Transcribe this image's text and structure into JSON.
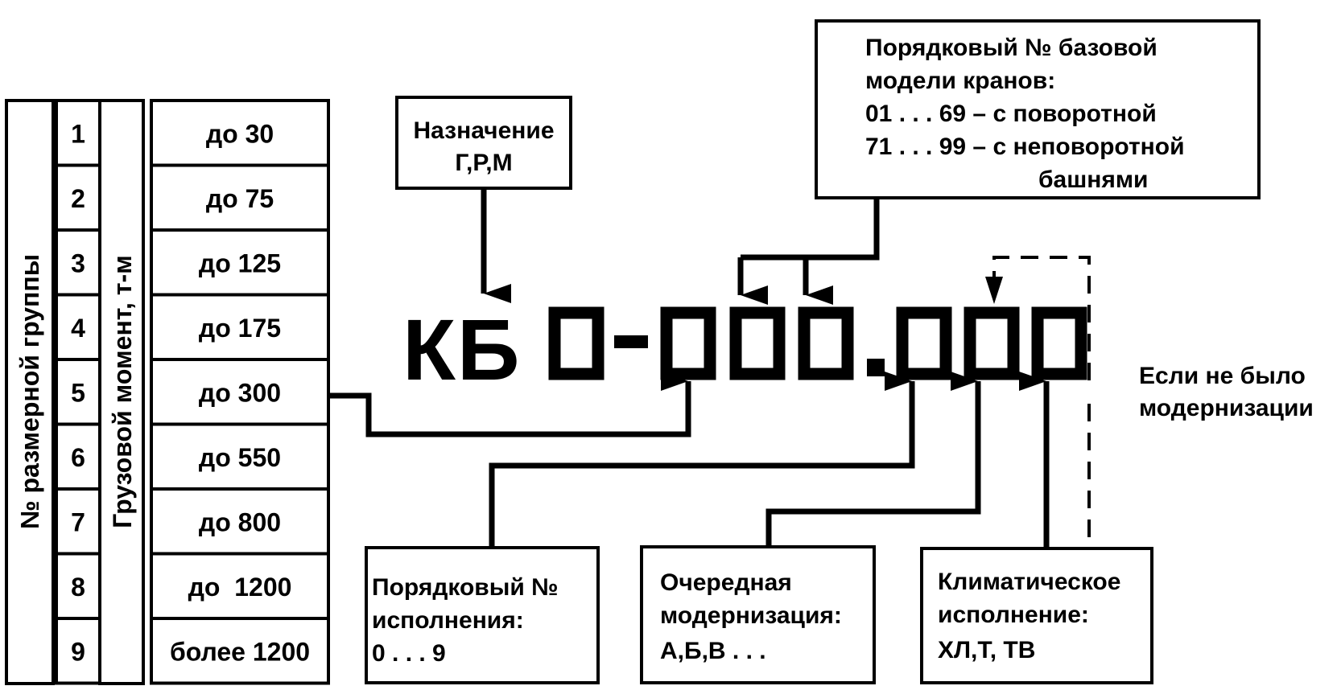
{
  "group_table": {
    "vertical_label": "№ размерной группы",
    "numbers": [
      "1",
      "2",
      "3",
      "4",
      "5",
      "6",
      "7",
      "8",
      "9"
    ]
  },
  "moment_table": {
    "vertical_label": "Грузовой момент, т-м",
    "values": [
      "до 30",
      "до 75",
      "до 125",
      "до 175",
      "до 300",
      "до 550",
      "до 800",
      "до  1200",
      "более 1200"
    ]
  },
  "purpose_box": {
    "lines": [
      "Назначение",
      "Г,Р,М"
    ]
  },
  "base_model_box": {
    "lines": [
      "Порядковый № базовой",
      "модели кранов:",
      "01 . . . 69 – с поворотной",
      "71 . . . 99 – с неповоротной",
      "башнями"
    ]
  },
  "code": {
    "prefix": "КБ",
    "dash": "-",
    "dot": "."
  },
  "note": {
    "lines": [
      "Если не было",
      "модернизации"
    ]
  },
  "execution_box": {
    "lines": [
      "Порядковый №",
      "исполнения:",
      "0 . . . 9"
    ]
  },
  "modernization_box": {
    "lines": [
      "Очередная",
      "модернизация:",
      "А,Б,В . . ."
    ]
  },
  "climate_box": {
    "lines": [
      "Климатическое",
      "исполнение:",
      "ХЛ,Т, ТВ"
    ]
  }
}
